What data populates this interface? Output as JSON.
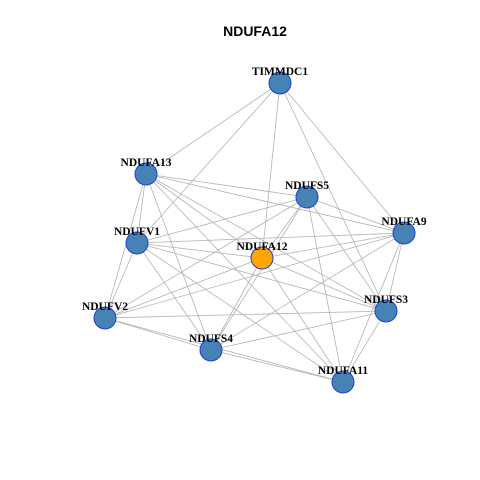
{
  "title": "NDUFA12",
  "colors": {
    "default_node": "#4682B4",
    "highlight_node": "#FFA500",
    "node_border": "#1f3fd6",
    "edge": "#b3b3b3"
  },
  "graph": {
    "nodes": [
      {
        "id": "TIMMDC1",
        "label": "TIMMDC1",
        "highlight": false
      },
      {
        "id": "NDUFA13",
        "label": "NDUFA13",
        "highlight": false
      },
      {
        "id": "NDUFS5",
        "label": "NDUFS5",
        "highlight": false
      },
      {
        "id": "NDUFA9",
        "label": "NDUFA9",
        "highlight": false
      },
      {
        "id": "NDUFV1",
        "label": "NDUFV1",
        "highlight": false
      },
      {
        "id": "NDUFA12",
        "label": "NDUFA12",
        "highlight": true
      },
      {
        "id": "NDUFV2",
        "label": "NDUFV2",
        "highlight": false
      },
      {
        "id": "NDUFS3",
        "label": "NDUFS3",
        "highlight": false
      },
      {
        "id": "NDUFS4",
        "label": "NDUFS4",
        "highlight": false
      },
      {
        "id": "NDUFA11",
        "label": "NDUFA11",
        "highlight": false
      }
    ],
    "edges": [
      [
        "TIMMDC1",
        "NDUFA13"
      ],
      [
        "TIMMDC1",
        "NDUFV1"
      ],
      [
        "TIMMDC1",
        "NDUFA12"
      ],
      [
        "TIMMDC1",
        "NDUFA9"
      ],
      [
        "TIMMDC1",
        "NDUFS3"
      ],
      [
        "NDUFA13",
        "NDUFS5"
      ],
      [
        "NDUFA13",
        "NDUFA9"
      ],
      [
        "NDUFA13",
        "NDUFV1"
      ],
      [
        "NDUFA13",
        "NDUFA12"
      ],
      [
        "NDUFA13",
        "NDUFV2"
      ],
      [
        "NDUFA13",
        "NDUFS4"
      ],
      [
        "NDUFA13",
        "NDUFS3"
      ],
      [
        "NDUFA13",
        "NDUFA11"
      ],
      [
        "NDUFS5",
        "NDUFA9"
      ],
      [
        "NDUFS5",
        "NDUFV1"
      ],
      [
        "NDUFS5",
        "NDUFA12"
      ],
      [
        "NDUFS5",
        "NDUFV2"
      ],
      [
        "NDUFS5",
        "NDUFS4"
      ],
      [
        "NDUFS5",
        "NDUFS3"
      ],
      [
        "NDUFS5",
        "NDUFA11"
      ],
      [
        "NDUFA9",
        "NDUFV1"
      ],
      [
        "NDUFA9",
        "NDUFA12"
      ],
      [
        "NDUFA9",
        "NDUFV2"
      ],
      [
        "NDUFA9",
        "NDUFS4"
      ],
      [
        "NDUFA9",
        "NDUFS3"
      ],
      [
        "NDUFA9",
        "NDUFA11"
      ],
      [
        "NDUFV1",
        "NDUFA12"
      ],
      [
        "NDUFV1",
        "NDUFV2"
      ],
      [
        "NDUFV1",
        "NDUFS4"
      ],
      [
        "NDUFV1",
        "NDUFS3"
      ],
      [
        "NDUFV1",
        "NDUFA11"
      ],
      [
        "NDUFA12",
        "NDUFV2"
      ],
      [
        "NDUFA12",
        "NDUFS4"
      ],
      [
        "NDUFA12",
        "NDUFS3"
      ],
      [
        "NDUFA12",
        "NDUFA11"
      ],
      [
        "NDUFV2",
        "NDUFS4"
      ],
      [
        "NDUFV2",
        "NDUFS3"
      ],
      [
        "NDUFV2",
        "NDUFA11"
      ],
      [
        "NDUFS4",
        "NDUFS3"
      ],
      [
        "NDUFS4",
        "NDUFA11"
      ],
      [
        "NDUFS3",
        "NDUFA11"
      ]
    ]
  }
}
